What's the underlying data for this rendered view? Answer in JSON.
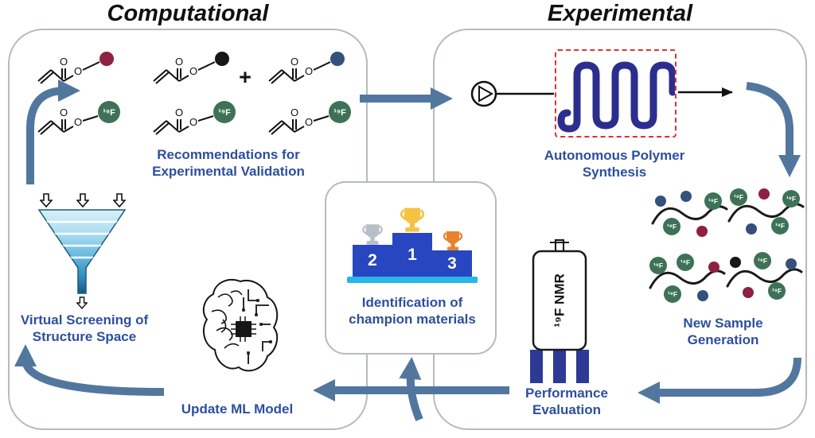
{
  "titles": {
    "computational": "Computational",
    "experimental": "Experimental"
  },
  "colors": {
    "arrow": "#52779f",
    "label_text": "#2d4f9e",
    "panel_border": "#b6bac0",
    "reactor_coil": "#2c2e8e",
    "reactor_outline": "#e03131",
    "nmr_leg": "#2c3a96",
    "podium": "#2746c0",
    "podium_base": "#29b6e8",
    "trophy_silver": "#b9bfc9",
    "trophy_gold": "#f6c244",
    "trophy_bronze": "#e8822e",
    "ball_red": "#8e2040",
    "ball_black": "#161616",
    "ball_navy": "#33517a",
    "ball_green": "#3e7257",
    "chain": "#1a1a1a"
  },
  "monomers": {
    "plus": "+",
    "atom_label": "O",
    "fluorine_label": "¹⁹F",
    "rows": [
      [
        {
          "color_key": "ball_red",
          "size": "small"
        },
        {
          "color_key": "ball_black",
          "size": "small"
        },
        {
          "color_key": "ball_navy",
          "size": "small"
        }
      ],
      [
        {
          "color_key": "ball_green",
          "size": "large",
          "label": "¹⁹F"
        },
        {
          "color_key": "ball_green",
          "size": "large",
          "label": "¹⁹F"
        },
        {
          "color_key": "ball_green",
          "size": "large",
          "label": "¹⁹F"
        }
      ]
    ]
  },
  "computational": {
    "recommendations_label": "Recommendations for\nExperimental Validation",
    "virtual_screening_label": "Virtual Screening of\nStructure Space",
    "update_ml_label": "Update ML Model"
  },
  "champion": {
    "label": "Identification of\nchampion materials",
    "steps": [
      {
        "rank": "2",
        "trophy": "silver"
      },
      {
        "rank": "1",
        "trophy": "gold"
      },
      {
        "rank": "3",
        "trophy": "bronze"
      }
    ]
  },
  "experimental": {
    "synthesis_label": "Autonomous Polymer\nSynthesis",
    "new_sample_label": "New Sample\nGeneration",
    "performance_label": "Performance\nEvaluation",
    "nmr_label": "¹⁹F NMR"
  },
  "samples": {
    "clusters": [
      {
        "balls": [
          {
            "x": 14,
            "y": 16,
            "r": 7,
            "color_key": "ball_navy"
          },
          {
            "x": 46,
            "y": 10,
            "r": 7,
            "color_key": "ball_navy"
          },
          {
            "x": 80,
            "y": 16,
            "r": 11,
            "color_key": "ball_green",
            "label": "¹⁹F"
          },
          {
            "x": 28,
            "y": 48,
            "r": 11,
            "color_key": "ball_green",
            "label": "¹⁹F"
          },
          {
            "x": 66,
            "y": 54,
            "r": 7,
            "color_key": "ball_red"
          }
        ]
      },
      {
        "balls": [
          {
            "x": 16,
            "y": 14,
            "r": 11,
            "color_key": "ball_green",
            "label": "¹⁹F"
          },
          {
            "x": 48,
            "y": 10,
            "r": 7,
            "color_key": "ball_red"
          },
          {
            "x": 82,
            "y": 16,
            "r": 11,
            "color_key": "ball_green",
            "label": "¹⁹F"
          },
          {
            "x": 32,
            "y": 54,
            "r": 7,
            "color_key": "ball_navy"
          },
          {
            "x": 68,
            "y": 50,
            "r": 11,
            "color_key": "ball_green",
            "label": "¹⁹F"
          }
        ]
      },
      {
        "balls": [
          {
            "x": 14,
            "y": 16,
            "r": 11,
            "color_key": "ball_green",
            "label": "¹⁹F"
          },
          {
            "x": 48,
            "y": 12,
            "r": 11,
            "color_key": "ball_green",
            "label": "¹⁹F"
          },
          {
            "x": 84,
            "y": 18,
            "r": 7,
            "color_key": "ball_red"
          },
          {
            "x": 32,
            "y": 52,
            "r": 11,
            "color_key": "ball_green",
            "label": "¹⁹F"
          },
          {
            "x": 70,
            "y": 54,
            "r": 7,
            "color_key": "ball_navy"
          }
        ]
      },
      {
        "balls": [
          {
            "x": 14,
            "y": 14,
            "r": 7,
            "color_key": "ball_black"
          },
          {
            "x": 48,
            "y": 12,
            "r": 11,
            "color_key": "ball_green",
            "label": "¹⁹F"
          },
          {
            "x": 84,
            "y": 16,
            "r": 7,
            "color_key": "ball_navy"
          },
          {
            "x": 30,
            "y": 52,
            "r": 7,
            "color_key": "ball_red"
          },
          {
            "x": 66,
            "y": 50,
            "r": 11,
            "color_key": "ball_green",
            "label": "¹⁹F"
          }
        ]
      }
    ]
  }
}
